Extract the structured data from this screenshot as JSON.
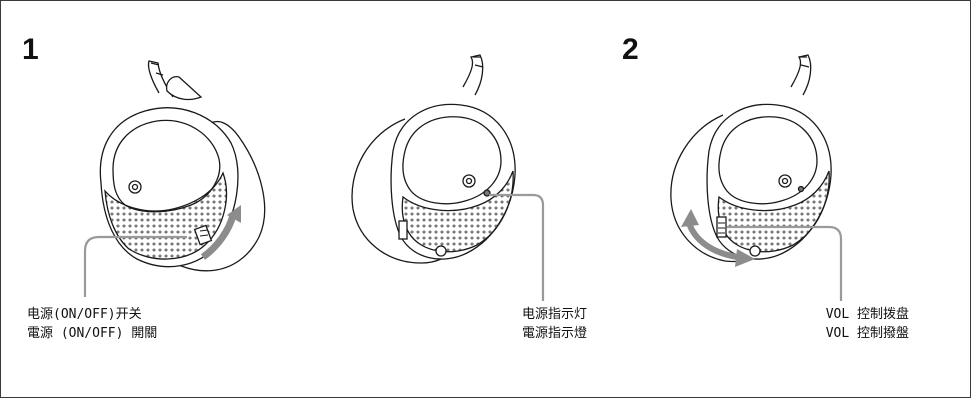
{
  "steps": {
    "first": "1",
    "second": "2"
  },
  "labels": {
    "power_switch": {
      "simplified": "电源(ON/OFF)开关",
      "traditional": "電源 (ON/OFF) 開關"
    },
    "power_indicator": {
      "simplified": "电源指示灯",
      "traditional": "電源指示燈"
    },
    "vol_dial": {
      "simplified": "VOL 控制拨盘",
      "traditional": "VOL 控制撥盤"
    }
  },
  "colors": {
    "line": "#1a1a1a",
    "callout": "#9a9a9a",
    "arrow": "#8c8c8c"
  }
}
